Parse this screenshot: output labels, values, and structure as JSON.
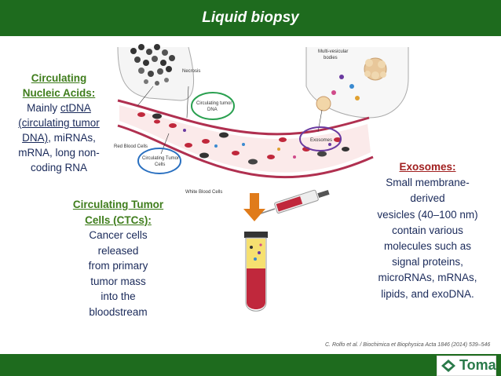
{
  "title": "Liquid biopsy",
  "nucleic": {
    "heading_1": "Circulating",
    "heading_2": "Nucleic Acids:",
    "line_1": "Mainly",
    "ctdna": "ctDNA",
    "paren": "(circulating tumor",
    "dna": "DNA)",
    "rest": ", miRNAs,",
    "line_4": "mRNA, long non-",
    "line_5": "coding RNA"
  },
  "ctc": {
    "heading_1": "Circulating Tumor",
    "heading_2": "Cells (CTCs):",
    "lines": [
      "Cancer cells",
      "released",
      "from primary",
      "tumor mass",
      "into the",
      "bloodstream"
    ]
  },
  "exosomes": {
    "heading": "Exosomes:",
    "lines": [
      "Small membrane-",
      "derived",
      "vesicles (40–100 nm)",
      "contain various",
      "molecules such as",
      "signal proteins,",
      "microRNAs, mRNAs,",
      "lipids, and exoDNA."
    ]
  },
  "diagram_labels": {
    "necrosis": "Necrosis",
    "multivesicular_1": "Multi-vesicular",
    "multivesicular_2": "bodies",
    "ctdna_label_1": "Circulating tumor",
    "ctdna_label_2": "DNA",
    "ctc_label_1": "Circulating Tumor",
    "ctc_label_2": "Cells",
    "exosomes": "Exosomes",
    "red_blood_cells": "Red Blood Cells",
    "white_blood_cells": "White Blood Cells"
  },
  "reference": "C. Rolfo et al. / Biochimica et Biophysica Acta 1846 (2014) 539–546",
  "logo": {
    "name": "Toma"
  },
  "colors": {
    "bar": "#1e6b1e",
    "green_heading": "#3f7d1c",
    "red_heading": "#a12020",
    "body_text": "#1a2a5a",
    "arrow": "#e07b1a"
  }
}
